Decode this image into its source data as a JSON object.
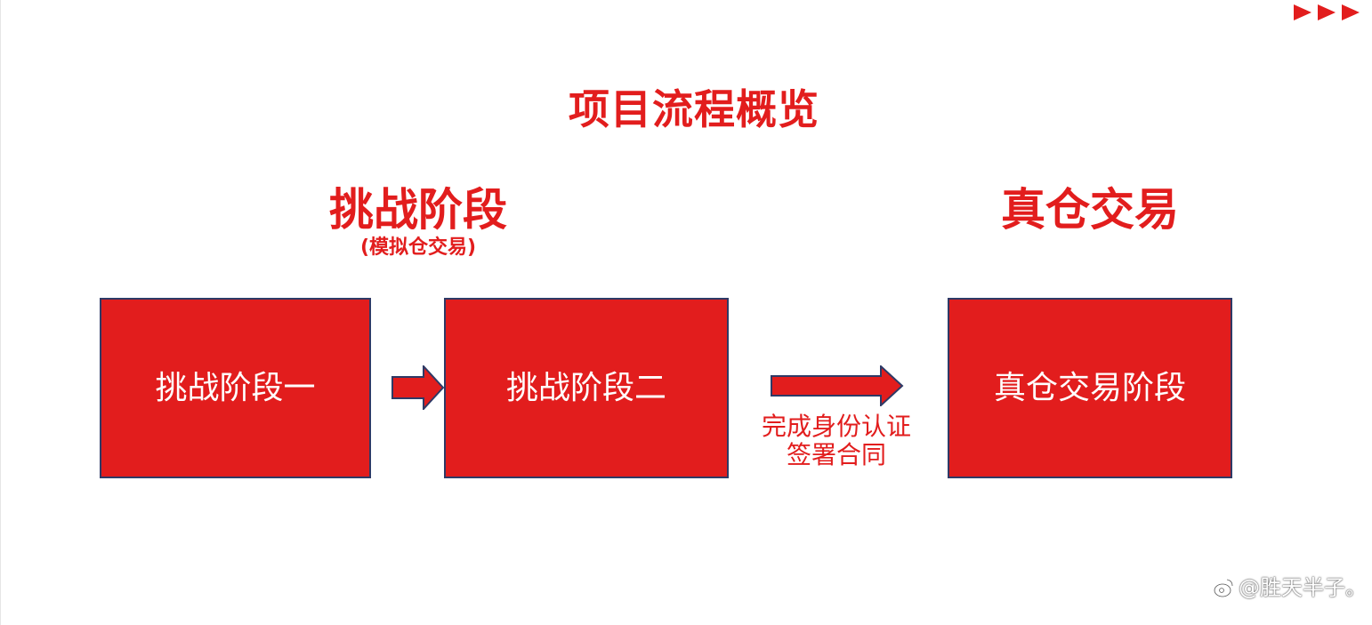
{
  "colors": {
    "accent": "#e21d1d",
    "box_fill": "#e21d1d",
    "box_border": "#2e3a66",
    "arrow_fill": "#e21d1d",
    "arrow_border": "#2e3a66",
    "box_text": "#ffffff",
    "background": "#ffffff"
  },
  "decor": {
    "corner_icon": "triple-play-arrows-icon"
  },
  "title": "项目流程概览",
  "stages": {
    "challenge": {
      "heading": "挑战阶段",
      "subheading": "(模拟仓交易)"
    },
    "real": {
      "heading": "真仓交易"
    }
  },
  "boxes": [
    {
      "label": "挑战阶段一"
    },
    {
      "label": "挑战阶段二"
    },
    {
      "label": "真仓交易阶段"
    }
  ],
  "connectors": {
    "arrow_1_icon": "right-arrow-icon",
    "arrow_2_icon": "long-right-arrow-icon",
    "condition_line1": "完成身份认证",
    "condition_line2": "签署合同"
  },
  "watermark": {
    "icon": "weibo-style-logo-icon",
    "text": "@胜天半子。"
  }
}
